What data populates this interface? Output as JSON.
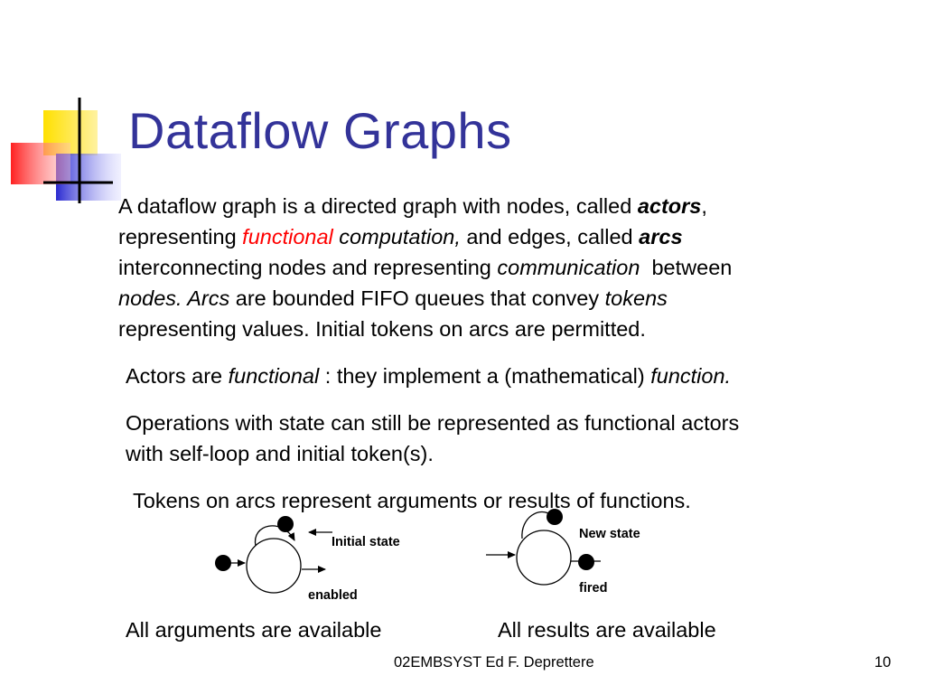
{
  "title": "Dataflow Graphs",
  "para1": {
    "l1_a": "A dataflow graph is a directed graph with nodes, called ",
    "l1_b": "actors",
    "l1_c": ",",
    "l2_a": "representing ",
    "l2_b": "functional",
    "l2_c": " computation,",
    "l2_d": " and edges, called ",
    "l2_e": "arcs",
    "l3_a": "interconnecting nodes and representing ",
    "l3_b": "communication",
    "l3_c": "  between",
    "l4_a": "nodes. Arcs",
    "l4_b": " are bounded FIFO queues that convey ",
    "l4_c": "tokens",
    "l5_a": "representing values. Initial tokens on arcs are permitted."
  },
  "para2": {
    "a": "Actors are ",
    "b": "functional",
    "c": " : they implement a (mathematical) ",
    "d": "function."
  },
  "para3": {
    "l1": "Operations with state can still be represented as functional actors",
    "l2": "with self-loop and initial token(s)."
  },
  "para4": "Tokens on arcs represent arguments or results of functions.",
  "diagram_left": {
    "label_state": "Initial state",
    "label_status": "enabled",
    "caption": "All arguments are available"
  },
  "diagram_right": {
    "label_state": "New state",
    "label_status": "fired",
    "caption": "All results are available"
  },
  "footer": {
    "text": "02EMBSYST Ed F. Deprettere",
    "page": "10"
  },
  "colors": {
    "title": "#333399",
    "highlight": "#ff0000",
    "deco_yellow": "#ffd700",
    "deco_blue": "#3333cc",
    "deco_red": "#ff3333"
  }
}
